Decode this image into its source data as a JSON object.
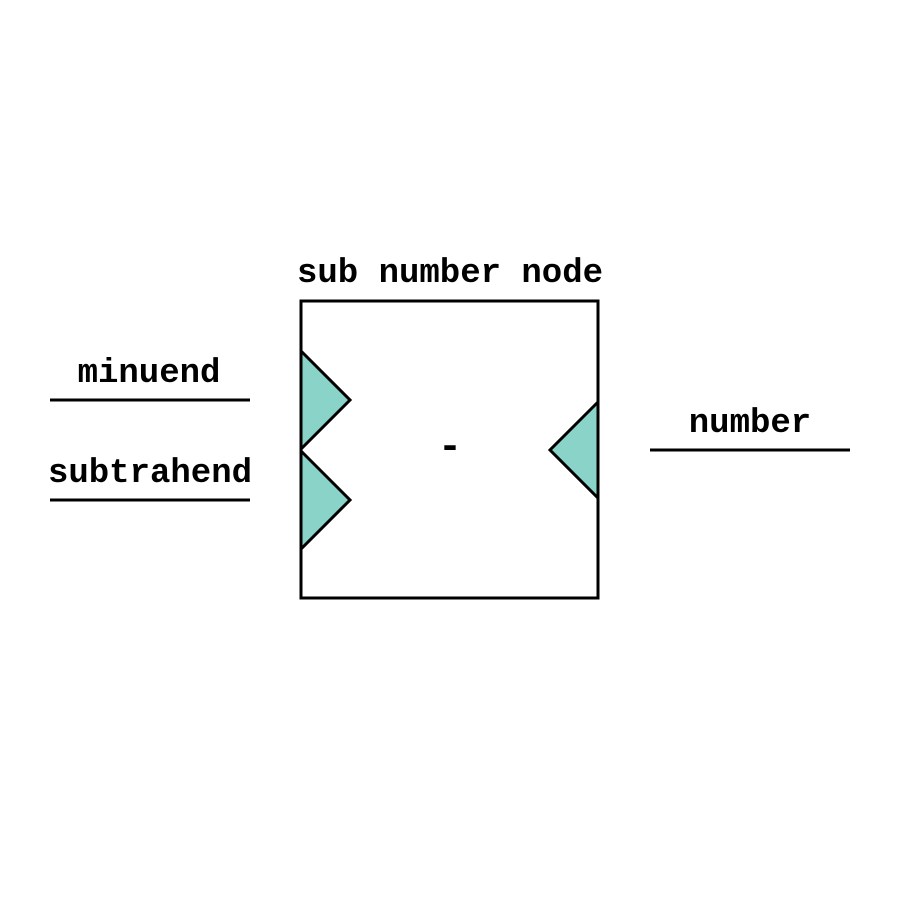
{
  "node": {
    "title": "sub number node",
    "operator": "-"
  },
  "inputs": [
    {
      "label": "minuend"
    },
    {
      "label": "subtrahend"
    }
  ],
  "outputs": [
    {
      "label": "number"
    }
  ],
  "colors": {
    "port_fill": "#8ad3c8",
    "stroke": "#000000",
    "background": "#ffffff"
  }
}
